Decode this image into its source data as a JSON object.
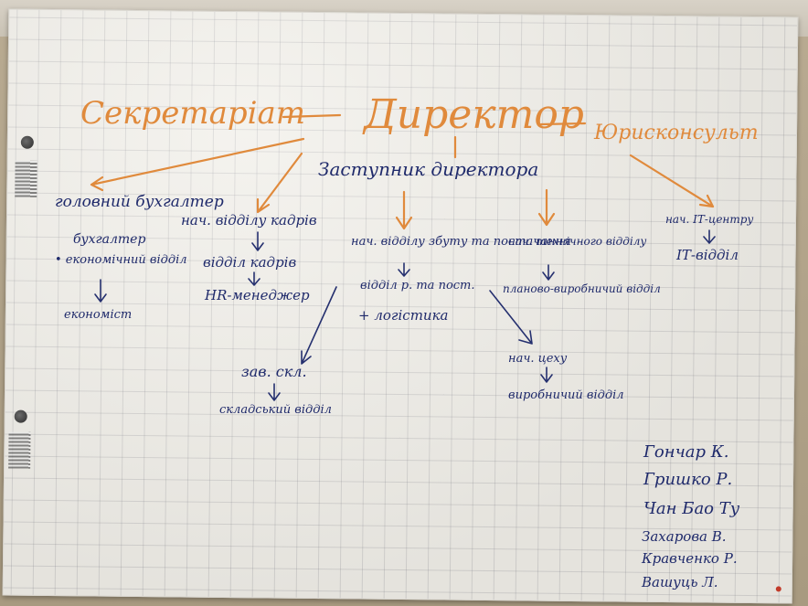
{
  "chart": {
    "top_left": "Секретаріат",
    "center": "Директор",
    "top_right": "Юрисконсульт",
    "deputy": "Заступник директора"
  },
  "branches": {
    "accountant": {
      "title": "головний бухгалтер",
      "sub1": "бухгалтер",
      "sub2": "• економічний відділ",
      "leaf": "економіст"
    },
    "hr": {
      "title": "нач. відділу кадрів",
      "sub1": "відділ кадрів",
      "sub2": "HR-менеджер"
    },
    "supply": {
      "title": "нач. відділу збуту та постачання",
      "sub1": "відділ р. та пост.",
      "sub2": "+ логістика"
    },
    "tech": {
      "title": "нач. технічного відділу",
      "sub1": "планово-виробничий відділ"
    },
    "it": {
      "title": "нач. ІТ-центру",
      "sub1": "ІТ-відділ"
    },
    "warehouse": {
      "title": "зав. скл.",
      "sub1": "складський відділ"
    },
    "workshop": {
      "title": "нач. цеху",
      "sub1": "виробничий відділ"
    }
  },
  "authors": [
    "Гончар К.",
    "Гришко Р.",
    "Чан Бао Ту",
    "Захарова В.",
    "Кравченко Р.",
    "Вашуць Л."
  ],
  "colors": {
    "orange_marker": "#e08a3c",
    "blue_ink": "#1f2a6b",
    "paper": "#f1efe9"
  }
}
